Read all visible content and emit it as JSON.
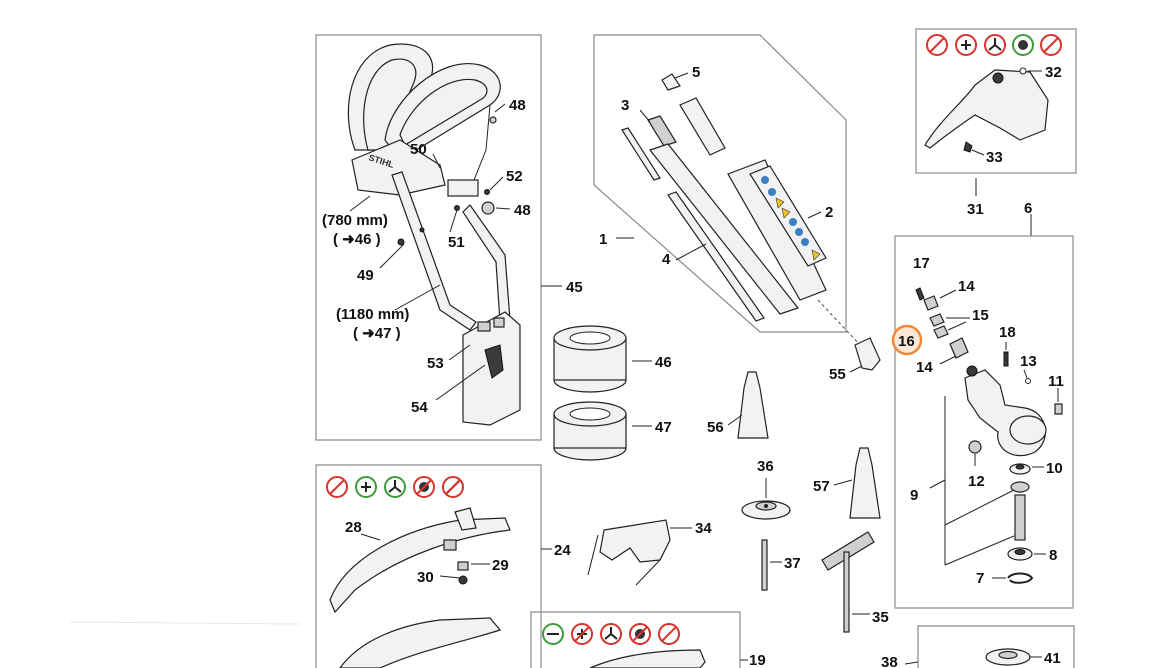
{
  "callouts": {
    "n1": "1",
    "n2": "2",
    "n3": "3",
    "n4": "4",
    "n5": "5",
    "n6": "6",
    "n7": "7",
    "n8": "8",
    "n9": "9",
    "n10": "10",
    "n11": "11",
    "n12": "12",
    "n13": "13",
    "n14a": "14",
    "n14b": "14",
    "n15": "15",
    "n16": "16",
    "n17": "17",
    "n18": "18",
    "n19": "19",
    "n24": "24",
    "n28": "28",
    "n29": "29",
    "n30": "30",
    "n31": "31",
    "n32": "32",
    "n33": "33",
    "n34": "34",
    "n35": "35",
    "n36": "36",
    "n37": "37",
    "n38": "38",
    "n41": "41",
    "n45": "45",
    "n46": "46",
    "n47": "47",
    "n48a": "48",
    "n48b": "48",
    "n49": "49",
    "n50": "50",
    "n51": "51",
    "n52": "52",
    "n53": "53",
    "n54": "54",
    "n55": "55",
    "n56": "56",
    "n57": "57"
  },
  "harness_notes": {
    "len_short": "(780 mm)",
    "ref_short": "( ➜46 )",
    "len_long": "(1180 mm)",
    "ref_long": "( ➜47 )"
  },
  "brand_text": "STIHL",
  "highlight": {
    "callout": "16",
    "color": "#f0893a",
    "fill": "#fde8d7"
  },
  "tool_icon_colors": {
    "prohibited": "#d9342b",
    "allowed": "#3f9b3a"
  }
}
